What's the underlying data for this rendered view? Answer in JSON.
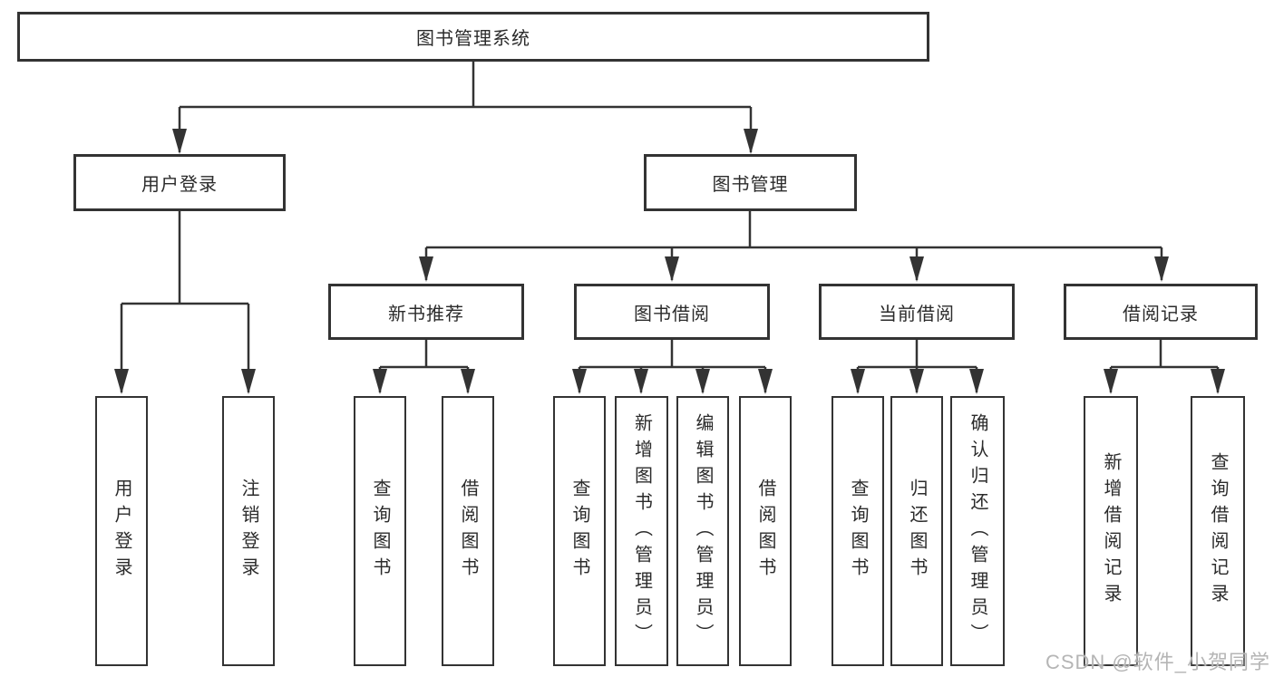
{
  "diagram": {
    "title": "图书管理系统",
    "root": "图书管理系统",
    "branches": {
      "user_login": "用户登录",
      "book_management": "图书管理"
    },
    "modules": {
      "new_book_recommend": "新书推荐",
      "book_borrow": "图书借阅",
      "current_borrow": "当前借阅",
      "borrow_records": "借阅记录"
    },
    "leaves": {
      "user_login": [
        "用户登录",
        "注销登录"
      ],
      "new_book_recommend": [
        "查询图书",
        "借阅图书"
      ],
      "book_borrow": [
        "查询图书",
        "新增图书（管理员）",
        "编辑图书（管理员）",
        "借阅图书"
      ],
      "current_borrow": [
        "查询图书",
        "归还图书",
        "确认归还（管理员）"
      ],
      "borrow_records": [
        "新增借阅记录",
        "查询借阅记录"
      ]
    }
  },
  "watermark": {
    "text": "CSDN @软件_小贺同学"
  },
  "colors": {
    "line": "#333333",
    "box_border": "#333333",
    "box_fill": "#ffffff",
    "text": "#2b2b2b",
    "watermark": "#b5b5b5",
    "background": "#ffffff"
  }
}
